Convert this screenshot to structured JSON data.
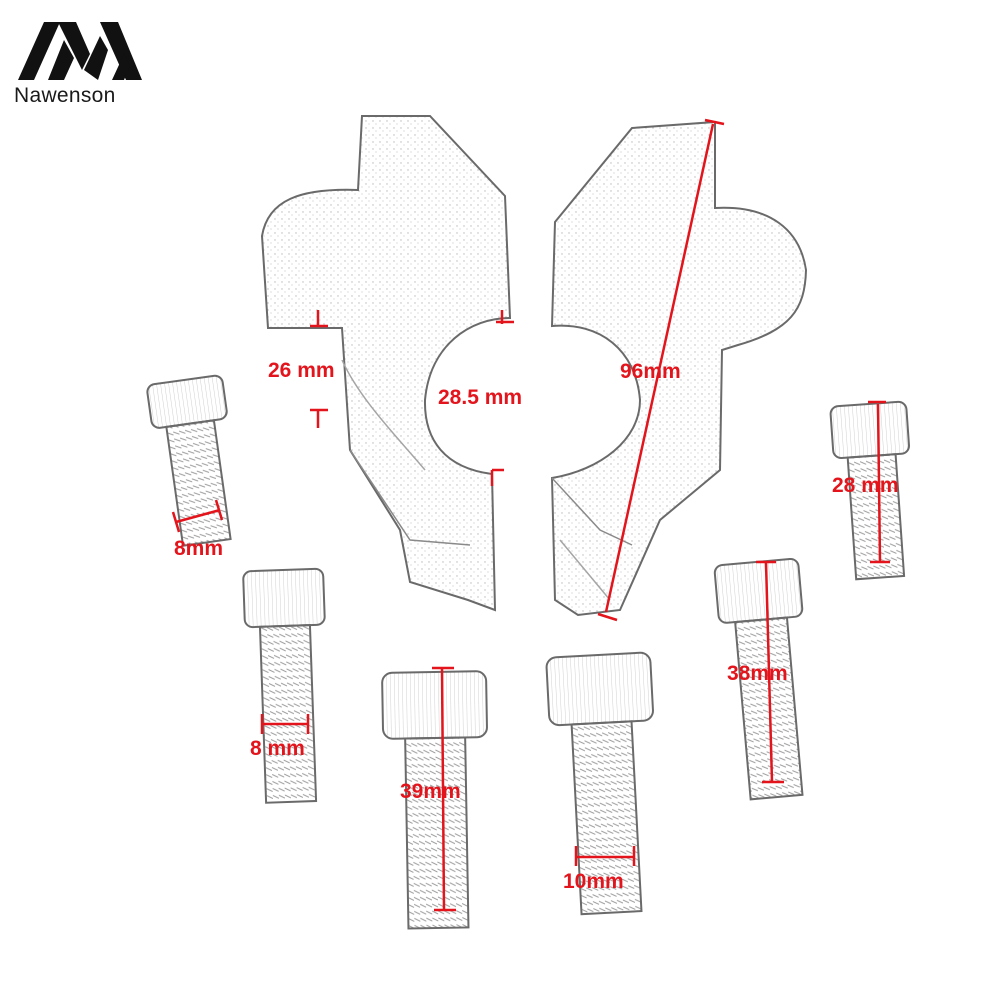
{
  "brand": {
    "name": "Nawenson"
  },
  "colors": {
    "dimension": "#e3141b",
    "outline": "#6a6a6a",
    "logo": "#111111"
  },
  "dimensions": {
    "riser_height": "26 mm",
    "clamp_diameter": "28.5 mm",
    "riser_length": "96mm",
    "bolt_a_diameter": "8mm",
    "bolt_b_length": "28 mm",
    "bolt_c_diameter": "8 mm",
    "bolt_d_length": "39mm",
    "bolt_e_diameter": "10mm",
    "bolt_f_length": "38mm"
  }
}
